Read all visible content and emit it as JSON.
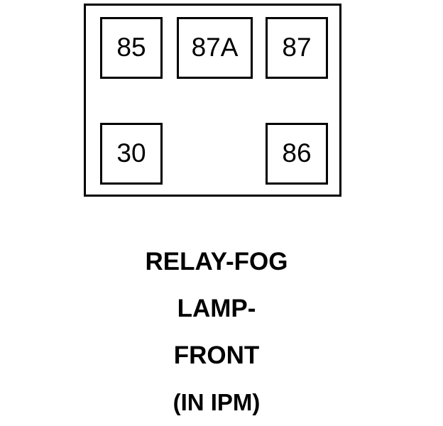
{
  "diagram": {
    "type": "relay-connector-pinout",
    "connector": {
      "name": "relay-body-outline",
      "shape": "rectangle"
    },
    "pins": [
      {
        "id": "pin-85",
        "label": "85",
        "row": "top",
        "position": "left"
      },
      {
        "id": "pin-87a",
        "label": "87A",
        "row": "top",
        "position": "center"
      },
      {
        "id": "pin-87",
        "label": "87",
        "row": "top",
        "position": "right"
      },
      {
        "id": "pin-30",
        "label": "30",
        "row": "bottom",
        "position": "left"
      },
      {
        "id": "pin-86",
        "label": "86",
        "row": "bottom",
        "position": "right"
      }
    ]
  },
  "caption": {
    "lines": [
      "RELAY-FOG",
      "LAMP-",
      "FRONT",
      "(IN IPM)"
    ],
    "full_text": "RELAY-FOG LAMP-FRONT (IN IPM)"
  },
  "colors": {
    "background": "#ffffff",
    "stroke": "#000000",
    "text": "#000000"
  }
}
